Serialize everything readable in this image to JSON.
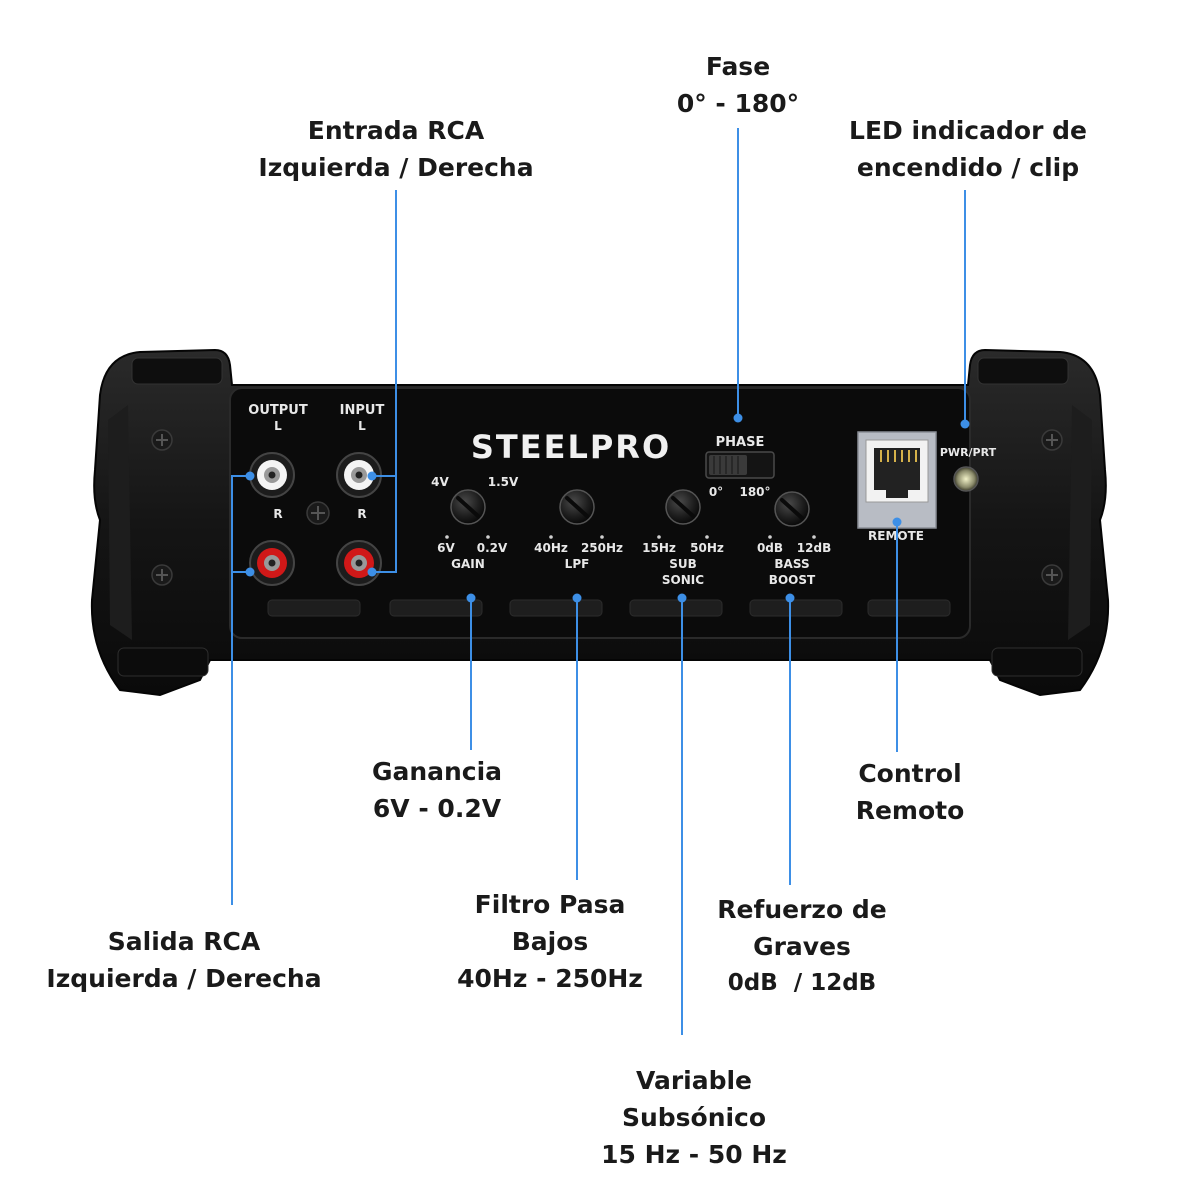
{
  "device": {
    "brand": "STEELPRO",
    "output_label": "OUTPUT",
    "input_label": "INPUT",
    "left_marker": "L",
    "right_marker": "R",
    "phase": {
      "label": "PHASE",
      "min": "0°",
      "max": "180°"
    },
    "gain": {
      "label": "GAIN",
      "top_left": "4V",
      "top_right": "1.5V",
      "bottom_left": "6V",
      "bottom_right": "0.2V"
    },
    "lpf": {
      "label": "LPF",
      "left": "40Hz",
      "right": "250Hz"
    },
    "subsonic": {
      "label_line1": "SUB",
      "label_line2": "SONIC",
      "left": "15Hz",
      "right": "50Hz"
    },
    "bass_boost": {
      "label_line1": "BASS",
      "label_line2": "BOOST",
      "left": "0dB",
      "right": "12dB"
    },
    "remote_label": "REMOTE",
    "led_label": "PWR/PRT"
  },
  "callouts": {
    "fase": {
      "line1": "Fase",
      "line2": "0° - 180°"
    },
    "entrada": {
      "line1": "Entrada RCA",
      "line2": "Izquierda / Derecha"
    },
    "led": {
      "line1": "LED indicador de",
      "line2": "encendido / clip"
    },
    "ganancia": {
      "line1": "Ganancia",
      "line2": "6V - 0.2V"
    },
    "control": {
      "line1": "Control",
      "line2": "Remoto"
    },
    "salida": {
      "line1": "Salida RCA",
      "line2": "Izquierda / Derecha"
    },
    "filtro": {
      "line1": "Filtro Pasa",
      "line2": "Bajos",
      "line3": "40Hz - 250Hz"
    },
    "refuerzo": {
      "line1": "Refuerzo de",
      "line2": "Graves",
      "line3": "0dB  / 12dB"
    },
    "variable": {
      "line1": "Variable",
      "line2": "Subsónico",
      "line3": "15 Hz - 50 Hz"
    }
  },
  "colors": {
    "accent": "#3d8fe6",
    "body": "#121212",
    "panel": "#0b0b0b",
    "text_light": "#e8e8e8",
    "rca_white": "#f4f4f4",
    "rca_red": "#d01818"
  }
}
